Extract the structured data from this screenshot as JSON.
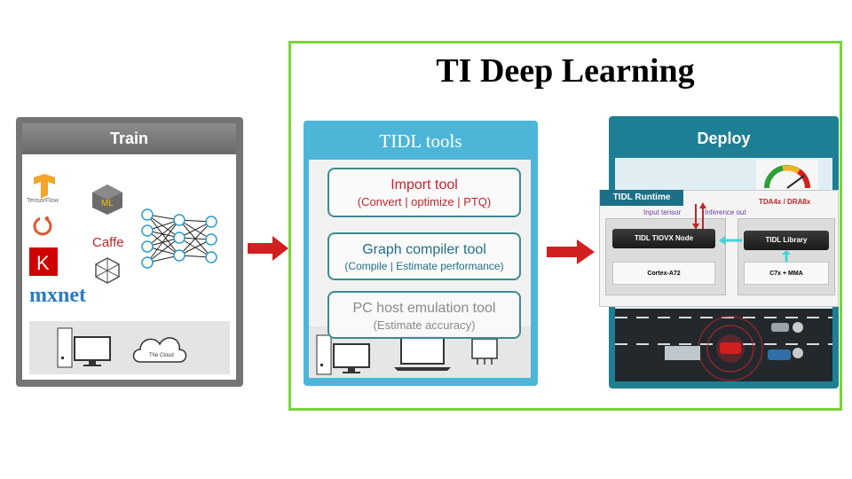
{
  "title": "TI Deep Learning",
  "train": {
    "header": "Train",
    "frameworks": [
      "TensorFlow",
      "Caffe",
      "mxnet",
      "ML"
    ],
    "cloud_label": "The Cloud"
  },
  "tools": {
    "header": "TIDL tools",
    "import": {
      "title": "Import tool",
      "subtitle": "(Convert | optimize | PTQ)"
    },
    "graph": {
      "title": "Graph compiler tool",
      "subtitle": "(Compile | Estimate performance)"
    },
    "pc": {
      "title": "PC host emulation tool",
      "subtitle": "(Estimate accuracy)"
    }
  },
  "deploy": {
    "header": "Deploy",
    "runtime": {
      "tab": "TIDL Runtime",
      "soc": "TDA4x / DRA8x",
      "input_tensor": "Input tensor",
      "inference_out": "Inference out",
      "tiovx_node": "TIDL TIOVX Node",
      "library": "TIDL Library",
      "cortex": "Cortex-A72",
      "c7x": "C7x + MMA"
    }
  },
  "colors": {
    "frame_green": "#7bd33d",
    "arrow_red": "#d21f1f",
    "tools_blue": "#4db6d8",
    "deploy_teal": "#1e7f94",
    "train_grey": "#747474",
    "import_text": "#c0262c",
    "teal_text": "#1f6f86"
  }
}
